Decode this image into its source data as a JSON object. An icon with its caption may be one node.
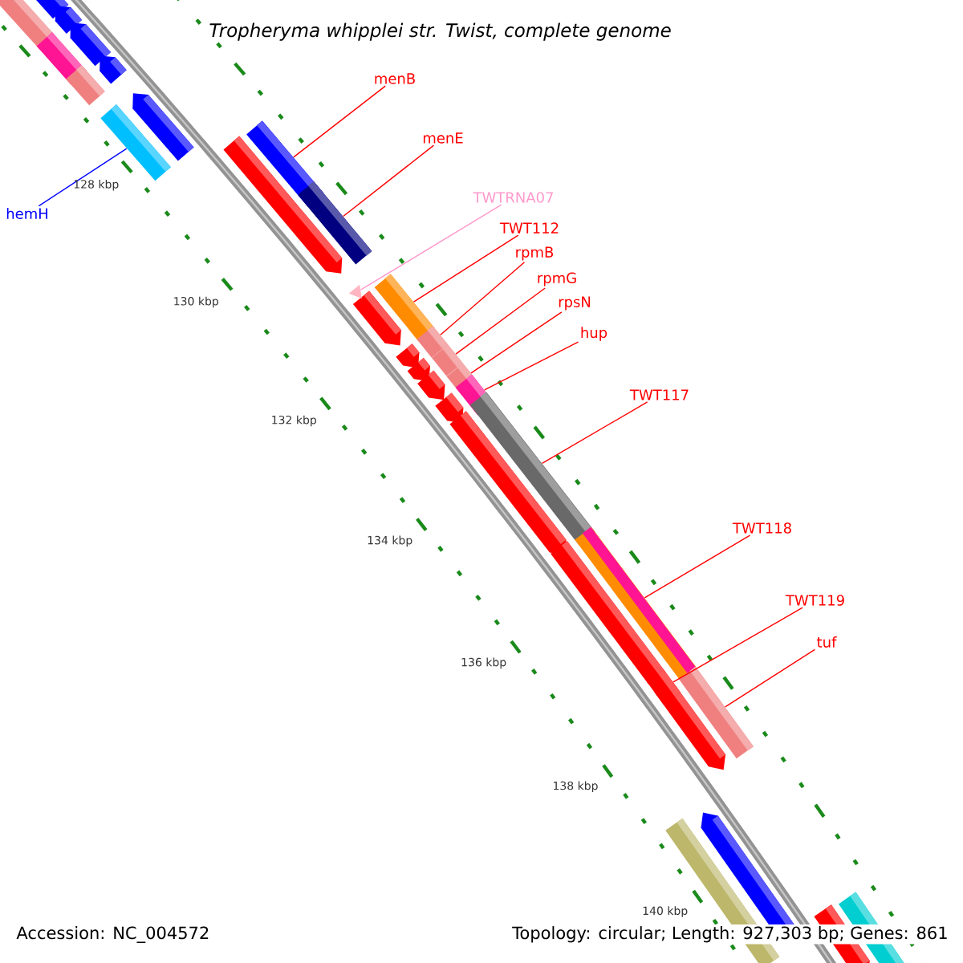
{
  "diagram": {
    "title": "Tropheryma whipplei str. Twist, complete genome",
    "nodes": [
      {
        "text": [
          "menB"
        ]
      },
      {
        "text": [
          "menE"
        ]
      },
      {
        "text": [
          "TWTRNA07"
        ]
      },
      {
        "text": [
          "TWT112"
        ]
      },
      {
        "text": [
          "rpmB"
        ]
      },
      {
        "text": [
          "rpmG"
        ]
      },
      {
        "text": [
          "rpsN"
        ]
      },
      {
        "text": [
          "hup"
        ]
      },
      {
        "text": [
          "TWT117"
        ]
      },
      {
        "text": [
          "TWT118"
        ]
      },
      {
        "text": [
          "TWT119"
        ]
      },
      {
        "text": [
          "tuf"
        ]
      },
      {
        "text": [
          "hemH"
        ]
      },
      {
        "text": [],
        "shape": "bar"
      },
      {
        "text": [],
        "shape": "bar"
      },
      {
        "text": [],
        "shape": "triangle"
      },
      {
        "text": [],
        "shape": "bar"
      },
      {
        "text": [],
        "shape": "bar"
      },
      {
        "text": [],
        "shape": "bar"
      },
      {
        "text": [],
        "shape": "bar"
      },
      {
        "text": [],
        "shape": "bar"
      },
      {
        "text": [],
        "shape": "bar"
      },
      {
        "text": [],
        "shape": "bar"
      },
      {
        "text": [],
        "shape": "bar"
      },
      {
        "text": [],
        "shape": "bar"
      },
      {
        "text": [],
        "shape": "bar"
      }
    ],
    "edges": [
      {
        "from": 0,
        "to": 13,
        "arrow": "none"
      },
      {
        "from": 1,
        "to": 14,
        "arrow": "none"
      },
      {
        "from": 2,
        "to": 15,
        "arrow": "none",
        "color": "#ff99cc"
      },
      {
        "from": 3,
        "to": 16,
        "arrow": "none"
      },
      {
        "from": 4,
        "to": 17,
        "arrow": "none"
      },
      {
        "from": 5,
        "to": 18,
        "arrow": "none"
      },
      {
        "from": 6,
        "to": 19,
        "arrow": "none"
      },
      {
        "from": 7,
        "to": 20,
        "arrow": "none"
      },
      {
        "from": 8,
        "to": 21,
        "arrow": "none"
      },
      {
        "from": 9,
        "to": 22,
        "arrow": "none"
      },
      {
        "from": 10,
        "to": 23,
        "arrow": "none"
      },
      {
        "from": 11,
        "to": 24,
        "arrow": "none"
      },
      {
        "from": 12,
        "to": 25,
        "arrow": "none",
        "color": "#0000ff"
      }
    ],
    "labels": [
      "128 kbp",
      "130 kbp",
      "132 kbp",
      "134 kbp",
      "136 kbp",
      "138 kbp",
      "140 kbp",
      "Accession: NC_004572",
      "Topology: circular; Length: 927,303 bp; Genes: 861"
    ]
  }
}
